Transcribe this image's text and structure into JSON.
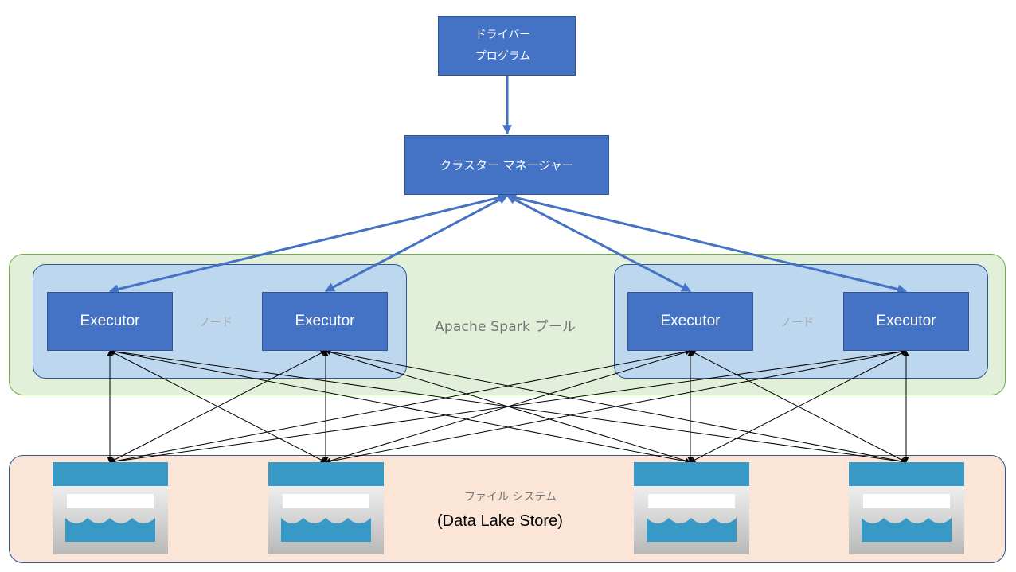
{
  "driver": {
    "line1": "ドライバー",
    "line2": "プログラム"
  },
  "cluster_manager": {
    "label": "クラスター マネージャー"
  },
  "pool": {
    "label": "Apache  Spark プール"
  },
  "nodes": [
    {
      "label": "ノード",
      "executors": [
        "Executor",
        "Executor"
      ]
    },
    {
      "label": "ノード",
      "executors": [
        "Executor",
        "Executor"
      ]
    }
  ],
  "file_system": {
    "label": "ファイル システム",
    "sublabel": "(Data Lake Store)"
  },
  "colors": {
    "box_fill": "#4472c4",
    "box_border": "#2f5597",
    "pool_fill": "#e2efd9",
    "pool_border": "#70ad47",
    "node_fill": "#bdd7ee",
    "fs_fill": "#fbe5d6",
    "store_blue": "#3999c6",
    "arrow_blue": "#4472c4"
  }
}
